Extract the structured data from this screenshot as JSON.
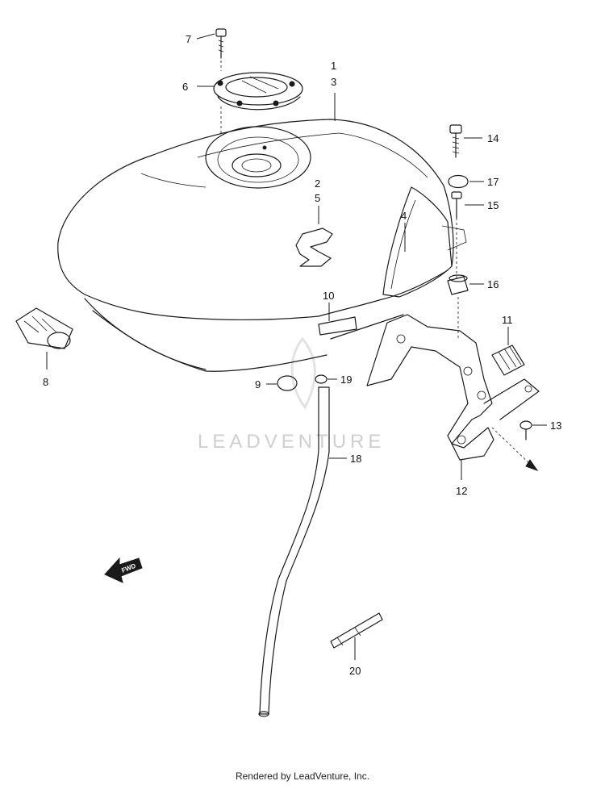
{
  "callouts": [
    "7",
    "6",
    "1",
    "3",
    "2",
    "5",
    "4",
    "14",
    "17",
    "15",
    "16",
    "10",
    "11",
    "8",
    "9",
    "19",
    "13",
    "12",
    "18",
    "20"
  ],
  "watermark": "LEADVENTURE",
  "fwd_arrow_text": "FWD",
  "footer": "Rendered by LeadVenture, Inc."
}
